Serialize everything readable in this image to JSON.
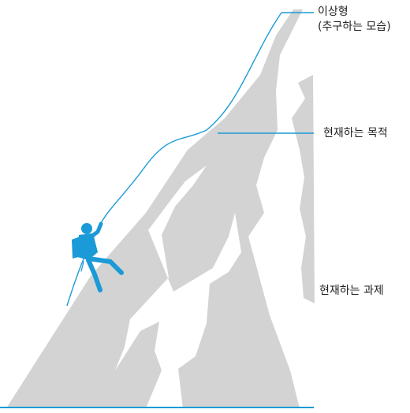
{
  "labels": {
    "ideal": "이상형",
    "ideal_sub": "(추구하는 모습)",
    "current_goal": "현재하는 목적",
    "current_task": "현재하는 과제"
  },
  "colors": {
    "mountain": "#d3d3d3",
    "accent": "#1a9ad6",
    "climber": "#1a9ad6",
    "text": "#222222",
    "background": "#ffffff"
  },
  "icons": {
    "climber": "rock-climber-silhouette"
  }
}
